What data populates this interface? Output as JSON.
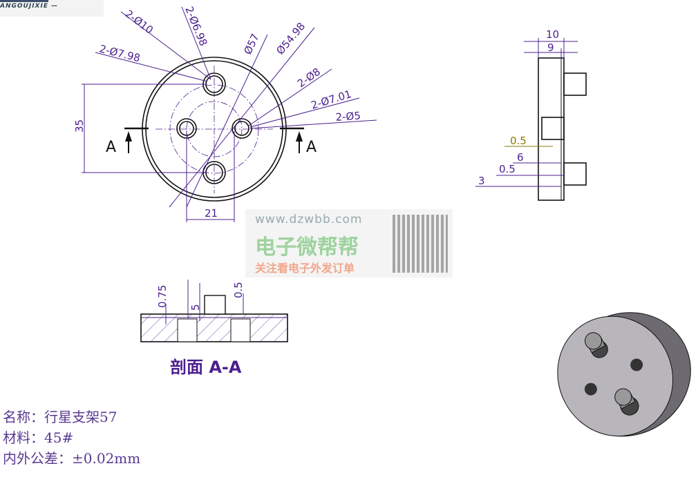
{
  "logo": {
    "text": "ANGOUJIXIE —"
  },
  "front_view": {
    "dims": {
      "d10": "2-Ø10",
      "d698": "2-Ø6.98",
      "d798": "2-Ø7.98",
      "d57": "Ø57",
      "d5498": "Ø54.98",
      "d8": "2-Ø8",
      "d701": "2-Ø7.01",
      "d5": "2-Ø5",
      "h35": "35",
      "w21": "21"
    },
    "section_marks": {
      "left": "A",
      "right": "A"
    }
  },
  "side_view": {
    "dims": {
      "w10": "10",
      "w9": "9",
      "t05a": "0.5",
      "d6": "6",
      "t05b": "0.5",
      "d3": "3"
    }
  },
  "section_view": {
    "title": "剖面 A-A",
    "dims": {
      "d075": "0.75",
      "d5": "5",
      "d05": "0.5"
    }
  },
  "watermark": {
    "url": "www.dzwbb.com",
    "brand": "电子微帮帮",
    "slogan": "关注看电子外发订单"
  },
  "info": {
    "name": "名称：行星支架57",
    "material": "材料：45#",
    "tolerance": "内外公差：±0.02mm"
  },
  "colors": {
    "dimension": "#4b1f8f",
    "highlight_dim": "#8a7a00"
  }
}
